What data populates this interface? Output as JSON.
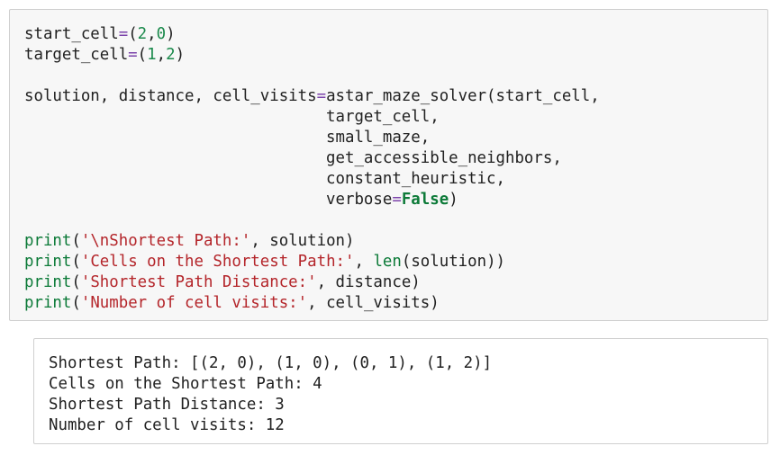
{
  "code_cell": {
    "lines": [
      [
        {
          "t": "start_cell",
          "c": "id"
        },
        {
          "t": "=",
          "c": "op"
        },
        {
          "t": "(",
          "c": "id"
        },
        {
          "t": "2",
          "c": "num"
        },
        {
          "t": ",",
          "c": "id"
        },
        {
          "t": "0",
          "c": "num"
        },
        {
          "t": ")",
          "c": "id"
        }
      ],
      [
        {
          "t": "target_cell",
          "c": "id"
        },
        {
          "t": "=",
          "c": "op"
        },
        {
          "t": "(",
          "c": "id"
        },
        {
          "t": "1",
          "c": "num"
        },
        {
          "t": ",",
          "c": "id"
        },
        {
          "t": "2",
          "c": "num"
        },
        {
          "t": ")",
          "c": "id"
        }
      ],
      [],
      [
        {
          "t": "solution, distance, cell_visits",
          "c": "id"
        },
        {
          "t": "=",
          "c": "op"
        },
        {
          "t": "astar_maze_solver(start_cell,",
          "c": "id"
        }
      ],
      [
        {
          "t": "                                target_cell,",
          "c": "id"
        }
      ],
      [
        {
          "t": "                                small_maze,",
          "c": "id"
        }
      ],
      [
        {
          "t": "                                get_accessible_neighbors,",
          "c": "id"
        }
      ],
      [
        {
          "t": "                                constant_heuristic,",
          "c": "id"
        }
      ],
      [
        {
          "t": "                                verbose",
          "c": "id"
        },
        {
          "t": "=",
          "c": "op"
        },
        {
          "t": "False",
          "c": "kw"
        },
        {
          "t": ")",
          "c": "id"
        }
      ],
      [],
      [
        {
          "t": "print",
          "c": "bi"
        },
        {
          "t": "(",
          "c": "id"
        },
        {
          "t": "'\\nShortest Path:'",
          "c": "str"
        },
        {
          "t": ", solution)",
          "c": "id"
        }
      ],
      [
        {
          "t": "print",
          "c": "bi"
        },
        {
          "t": "(",
          "c": "id"
        },
        {
          "t": "'Cells on the Shortest Path:'",
          "c": "str"
        },
        {
          "t": ", ",
          "c": "id"
        },
        {
          "t": "len",
          "c": "bi"
        },
        {
          "t": "(solution))",
          "c": "id"
        }
      ],
      [
        {
          "t": "print",
          "c": "bi"
        },
        {
          "t": "(",
          "c": "id"
        },
        {
          "t": "'Shortest Path Distance:'",
          "c": "str"
        },
        {
          "t": ", distance)",
          "c": "id"
        }
      ],
      [
        {
          "t": "print",
          "c": "bi"
        },
        {
          "t": "(",
          "c": "id"
        },
        {
          "t": "'Number of cell visits:'",
          "c": "str"
        },
        {
          "t": ", cell_visits)",
          "c": "id"
        }
      ]
    ]
  },
  "output_cell": {
    "lines": [
      "Shortest Path: [(2, 0), (1, 0), (0, 1), (1, 2)]",
      "Cells on the Shortest Path: 4",
      "Shortest Path Distance: 3",
      "Number of cell visits: 12"
    ]
  },
  "colors": {
    "operator": "#7b43aa",
    "number": "#1b8a4c",
    "keyword": "#0c7a38",
    "builtin": "#0c7a38",
    "string": "#b4252a",
    "text": "#212121",
    "code_bg": "#f7f7f7",
    "border": "#cfcfcf"
  }
}
